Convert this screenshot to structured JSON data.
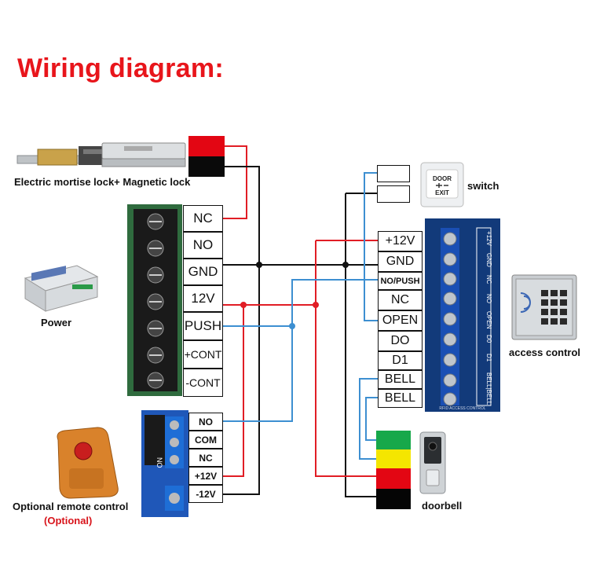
{
  "title": "Wiring diagram:",
  "labels": {
    "lock": "Electric mortise lock+ Magnetic lock",
    "power": "Power",
    "remote": "Optional remote control",
    "remote_optional": "(Optional)",
    "switch": "switch",
    "access_control": "access control",
    "doorbell": "doorbell"
  },
  "power_supply_terminals": [
    "NC",
    "NO",
    "GND",
    "12V",
    "PUSH",
    "+CONT",
    "-CONT"
  ],
  "access_control_terminals": [
    "+12V",
    "GND",
    "NO/PUSH",
    "NC",
    "OPEN",
    "DO",
    "D1",
    "BELL",
    "BELL"
  ],
  "remote_terminals": [
    "NO",
    "COM",
    "NC",
    "+12V",
    "-12V"
  ],
  "board_labels": {
    "access_board": [
      "+12V",
      "GND",
      "NC",
      "NO",
      "OPEN",
      "D0",
      "D1",
      "BELL|BELL"
    ],
    "access_board_caption": "RFID ACCESS CONTROL",
    "remote_board": [
      "NO",
      "COM",
      "NC"
    ]
  },
  "exit_button": {
    "line1": "DOOR",
    "line2": "EXIT"
  },
  "colors": {
    "title": "#e8151b",
    "wire_red": "#e11d25",
    "wire_black": "#111111",
    "wire_blue": "#3d8fd1",
    "lock_red": "#e30613",
    "lock_black": "#0a0a0a",
    "bell_green": "#17a84a",
    "bell_yellow": "#f4e600",
    "bell_red": "#e30613",
    "bell_black": "#050505",
    "access_board": "#123a7a"
  }
}
